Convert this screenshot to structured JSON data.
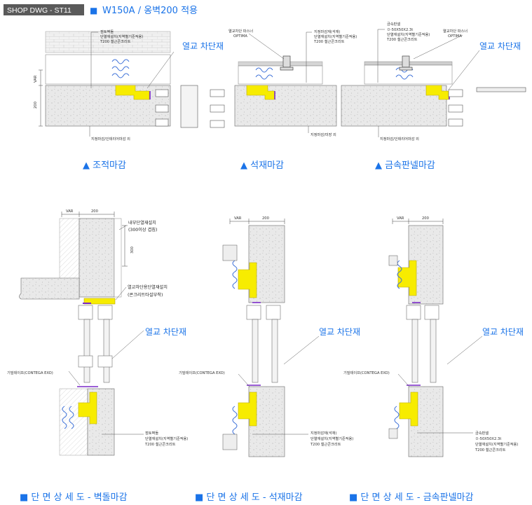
{
  "header": {
    "tag": "SHOP DWG - ST11",
    "title_marker": "■",
    "title": "W150A / 옹벽200 적용"
  },
  "colors": {
    "accent": "#1a73e8",
    "insulation_fill": "#f7ec00",
    "concrete_fill": "#e8e8e8",
    "wool_blue": "#3b6fd8",
    "tag_bg": "#5a5a5a"
  },
  "top": {
    "d1": {
      "notes": [
        "점토벽돌",
        "단열재설치(지역별기준적용)",
        "T200 철근콘크리트"
      ],
      "var": "VAR",
      "dim": "200",
      "bottom_note": "지정마감/인테리어마감 외",
      "callout": "열교 차단재",
      "caption": "▲ 조적마감"
    },
    "d2": {
      "notes": [
        "지정마감재(석재)",
        "단열재설치(지역별기준적용)",
        "T200 철근콘크리트"
      ],
      "fastener": [
        "열교차단 파스너",
        "OPTIMA"
      ],
      "bottom_note": "지정마감/미장 외",
      "caption": "▲ 석재마감"
    },
    "d3": {
      "notes": [
        "금속판넬",
        "ㅁ-50X50X2.3t",
        "단열재설치(지역별기준적용)",
        "T200 철근콘크리트"
      ],
      "fastener": [
        "열교차단 파스너",
        "OPTIMA"
      ],
      "bottom_note": "지정마감/인테리어마감 외",
      "callout": "열교 차단재",
      "caption": "▲ 금속판넬마감"
    }
  },
  "bottom": {
    "s1": {
      "var": "VAR",
      "dim": "200",
      "dim_v": "300",
      "note_top": [
        "내부단열재설치",
        "(300이상 겹침)"
      ],
      "note_mid": [
        "열교차단용단열재설치",
        "(콘크리트타설부착)"
      ],
      "callout": "열교 차단재",
      "tape": "기밀테이프(CONTEGA EXO)",
      "notes": [
        "점토벽돌",
        "단열재설치(지역별기준적용)",
        "T200 철근콘크리트"
      ],
      "caption": "■ 단 면 상 세 도 - 벽돌마감"
    },
    "s2": {
      "var": "VAR",
      "dim": "200",
      "callout": "열교 차단재",
      "tape": "기밀테이프(CONTEGA EXO)",
      "notes": [
        "지정마감재(석재)",
        "단열재설치(지역별기준적용)",
        "T200 철근콘크리트"
      ],
      "caption": "■ 단 면 상 세 도 - 석재마감"
    },
    "s3": {
      "var": "VAR",
      "dim": "200",
      "callout": "열교 차단재",
      "tape": "기밀테이프(CONTEGA EXO)",
      "notes": [
        "금속판넬",
        "ㅁ-50X50X2.3t",
        "단열재설치(지역별기준적용)",
        "T200 철근콘크리트"
      ],
      "caption": "■ 단 면 상 세 도 - 금속판넬마감"
    }
  }
}
